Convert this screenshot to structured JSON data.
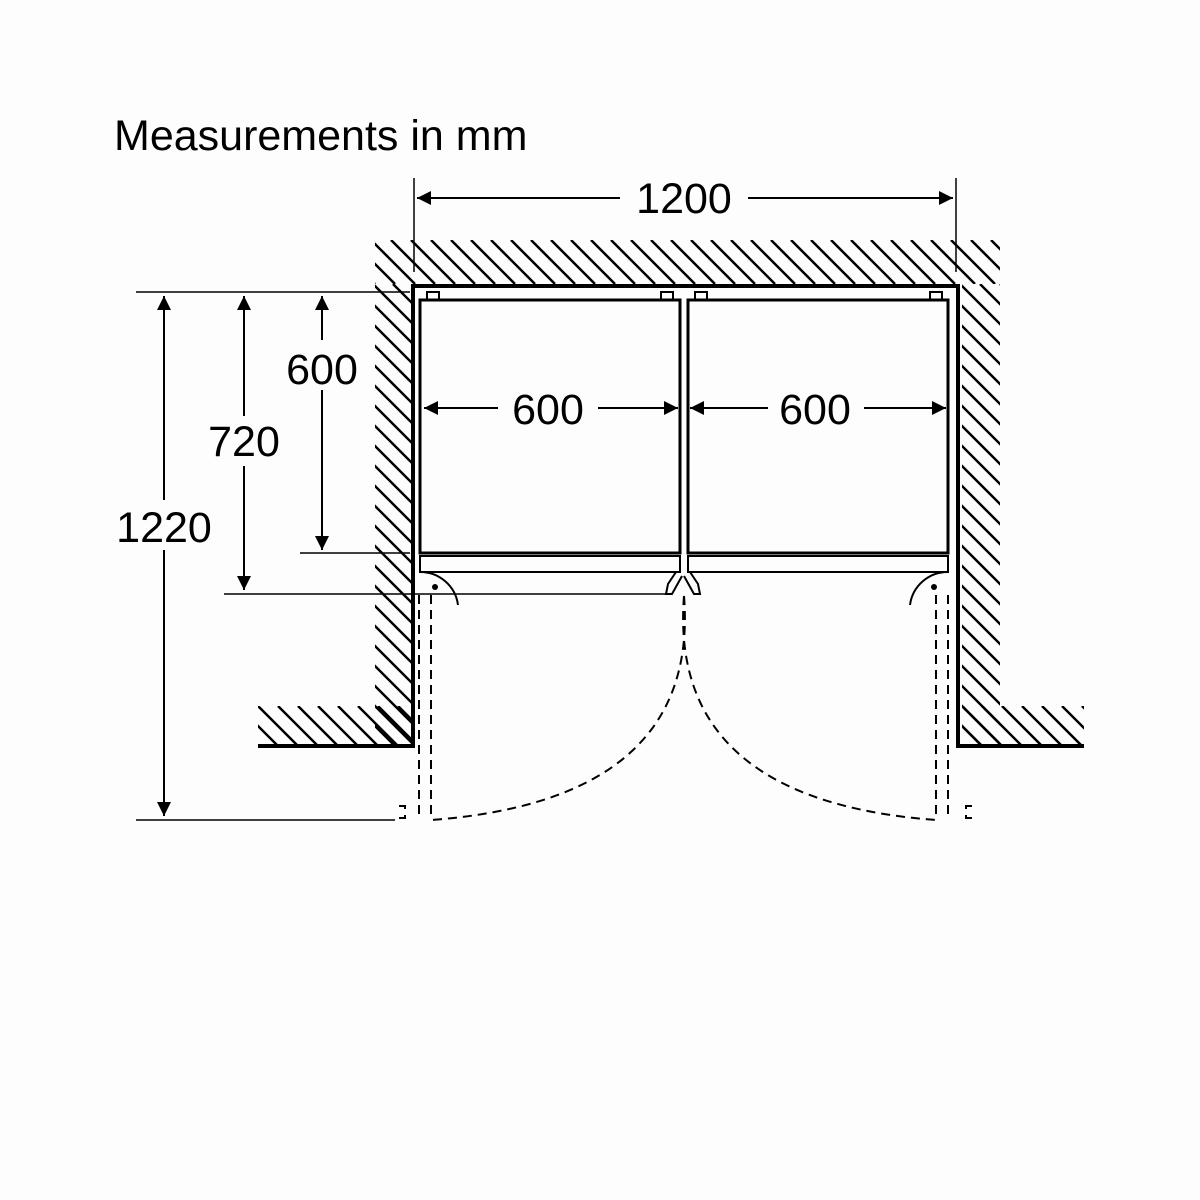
{
  "title": "Measurements in mm",
  "dimensions": {
    "total_width": "1200",
    "left_unit_width": "600",
    "right_unit_width": "600",
    "total_depth_door_open": "1220",
    "depth_with_door": "720",
    "cabinet_depth": "600"
  },
  "colors": {
    "ink": "#000000",
    "background": "#fdfdfd"
  }
}
